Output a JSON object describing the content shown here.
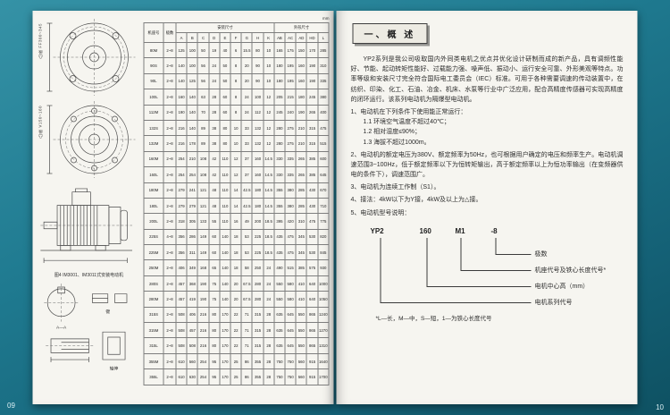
{
  "background": {
    "page_left_number": "09",
    "page_right_number": "10"
  },
  "left_page": {
    "figures": {
      "flange1_label": "凸缘 FF300~345",
      "flange2_label": "凸缘 V150~160",
      "caption": "图4 IM3001、IM3011式安装电动机",
      "detail_labels": [
        "A—A",
        "键",
        "轴伸"
      ]
    },
    "table": {
      "unit": "mm",
      "header": {
        "frame": "机座号",
        "poles": "极数",
        "mount_group": "安装尺寸",
        "overall_group": "外形尺寸"
      },
      "columns": [
        "A",
        "B",
        "C",
        "D",
        "E",
        "F",
        "G",
        "H",
        "K",
        "AB",
        "AC",
        "AD",
        "HD",
        "L"
      ],
      "rows": [
        [
          "80M",
          "2~8",
          "125",
          "100",
          "50",
          "19",
          "40",
          "6",
          "15.5",
          "80",
          "10",
          "165",
          "175",
          "150",
          "170",
          "285"
        ],
        [
          "90S",
          "2~8",
          "140",
          "100",
          "56",
          "24",
          "50",
          "8",
          "20",
          "90",
          "10",
          "180",
          "195",
          "160",
          "190",
          "310"
        ],
        [
          "90L",
          "2~8",
          "140",
          "125",
          "56",
          "24",
          "50",
          "8",
          "20",
          "90",
          "10",
          "180",
          "195",
          "160",
          "190",
          "335"
        ],
        [
          "100L",
          "2~8",
          "160",
          "140",
          "63",
          "28",
          "60",
          "8",
          "24",
          "100",
          "12",
          "205",
          "215",
          "180",
          "245",
          "380"
        ],
        [
          "112M",
          "2~8",
          "190",
          "140",
          "70",
          "28",
          "60",
          "8",
          "24",
          "112",
          "12",
          "245",
          "240",
          "190",
          "265",
          "400"
        ],
        [
          "132S",
          "2~8",
          "216",
          "140",
          "89",
          "38",
          "80",
          "10",
          "33",
          "132",
          "12",
          "280",
          "275",
          "210",
          "315",
          "475"
        ],
        [
          "132M",
          "2~8",
          "216",
          "178",
          "89",
          "38",
          "80",
          "10",
          "33",
          "132",
          "12",
          "280",
          "275",
          "210",
          "315",
          "515"
        ],
        [
          "160M",
          "2~8",
          "254",
          "210",
          "108",
          "42",
          "110",
          "12",
          "37",
          "160",
          "14.5",
          "330",
          "335",
          "265",
          "385",
          "600"
        ],
        [
          "160L",
          "2~8",
          "254",
          "254",
          "108",
          "42",
          "110",
          "12",
          "37",
          "160",
          "14.5",
          "330",
          "335",
          "265",
          "385",
          "645"
        ],
        [
          "180M",
          "2~8",
          "279",
          "241",
          "121",
          "48",
          "110",
          "14",
          "42.5",
          "180",
          "14.5",
          "355",
          "380",
          "285",
          "430",
          "670"
        ],
        [
          "180L",
          "2~8",
          "279",
          "279",
          "121",
          "48",
          "110",
          "14",
          "42.5",
          "180",
          "14.5",
          "355",
          "380",
          "285",
          "430",
          "710"
        ],
        [
          "200L",
          "2~8",
          "318",
          "305",
          "133",
          "55",
          "110",
          "16",
          "49",
          "200",
          "18.5",
          "395",
          "420",
          "310",
          "475",
          "775"
        ],
        [
          "225S",
          "4~8",
          "356",
          "286",
          "149",
          "60",
          "140",
          "18",
          "53",
          "225",
          "18.5",
          "435",
          "475",
          "345",
          "530",
          "820"
        ],
        [
          "225M",
          "2~8",
          "356",
          "311",
          "149",
          "60",
          "140",
          "18",
          "53",
          "225",
          "18.5",
          "435",
          "475",
          "345",
          "530",
          "845"
        ],
        [
          "250M",
          "2~8",
          "406",
          "349",
          "168",
          "65",
          "140",
          "18",
          "58",
          "250",
          "24",
          "490",
          "515",
          "385",
          "575",
          "930"
        ],
        [
          "280S",
          "2~8",
          "457",
          "368",
          "190",
          "75",
          "140",
          "20",
          "67.5",
          "280",
          "24",
          "550",
          "580",
          "410",
          "640",
          "1000"
        ],
        [
          "280M",
          "2~8",
          "457",
          "419",
          "190",
          "75",
          "140",
          "20",
          "67.5",
          "280",
          "24",
          "550",
          "580",
          "410",
          "640",
          "1050"
        ],
        [
          "315S",
          "2~8",
          "508",
          "406",
          "216",
          "80",
          "170",
          "22",
          "71",
          "315",
          "28",
          "635",
          "645",
          "550",
          "865",
          "1240"
        ],
        [
          "315M",
          "2~8",
          "508",
          "457",
          "216",
          "80",
          "170",
          "22",
          "71",
          "315",
          "28",
          "635",
          "645",
          "550",
          "865",
          "1270"
        ],
        [
          "315L",
          "2~8",
          "508",
          "508",
          "216",
          "80",
          "170",
          "22",
          "71",
          "315",
          "28",
          "635",
          "645",
          "550",
          "865",
          "1310"
        ],
        [
          "355M",
          "2~8",
          "610",
          "560",
          "254",
          "95",
          "170",
          "25",
          "86",
          "355",
          "28",
          "750",
          "750",
          "560",
          "915",
          "1640"
        ],
        [
          "355L",
          "2~8",
          "610",
          "630",
          "254",
          "95",
          "170",
          "25",
          "86",
          "355",
          "28",
          "750",
          "750",
          "560",
          "915",
          "1700"
        ]
      ]
    }
  },
  "right_page": {
    "section_title": "一、概 述",
    "intro": "YP2系列是我公司吸取国内外同类电机之优点并优化设计研制而成的新产品，具有调频性能好、节能、起动转矩性能好、过载能力强、噪声低、振动小、运行安全可靠、外形美观等特点。功率等级和安装尺寸完全符合国际电工委员会（IEC）标准。可用于各种需要调速的传动装置中，在纺织、印染、化工、石油、冶金、机床、水泵等行业中广泛应用，配合高精度传感器可实现高精度的闭环运行。该系列电动机为隔爆型电动机。",
    "item1": "1、电动机在下列条件下使用能正常运行：",
    "sub11": "1.1 环境空气温度不超过40℃；",
    "sub12": "1.2 相对湿度≤90%；",
    "sub13": "1.3 海拔不超过1000m。",
    "item2": "2、电动机的额定电压为380V、额定频率为50Hz，也可根据用户确定的电压和频率生产。电动机调速范围3~100Hz，低于额定频率以下为恒转矩输出，高于额定频率以上为恒功率输出（在变频器供电的条件下），调速范围广。",
    "item3": "3、电动机为连续工作制（S1）。",
    "item4": "4、接法：4kW以下为Y接，4kW及以上为△接。",
    "item5": "5、电动机型号说明：",
    "model": {
      "code_parts": [
        "YP2",
        "160",
        "M1",
        "-8"
      ],
      "labels": [
        "极数",
        "机座代号及铁心长度代号*",
        "电机中心高（mm）",
        "电机系列代号"
      ],
      "footnote": "*L—长，M—中，S—短，1—为铁心长度代号"
    }
  }
}
